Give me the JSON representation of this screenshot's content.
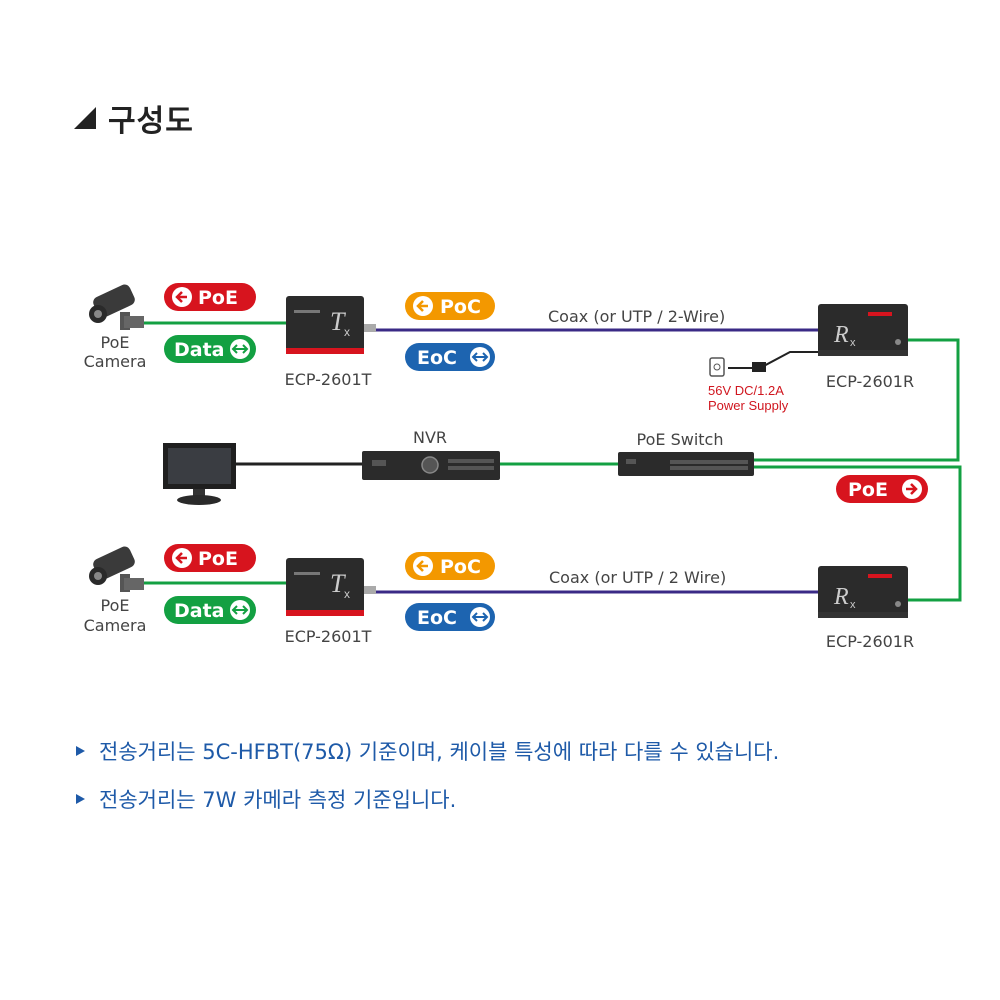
{
  "title": "구성도",
  "pills": {
    "poe": "PoE",
    "poc": "PoC",
    "data": "Data",
    "eoc": "EoC"
  },
  "devices": {
    "camera_line1": "PoE",
    "camera_line2": "Camera",
    "tx_model": "ECP-2601T",
    "rx_model": "ECP-2601R",
    "nvr": "NVR",
    "switch": "PoE Switch"
  },
  "cables": {
    "top": "Coax (or UTP / 2-Wire)",
    "bottom": "Coax (or UTP / 2 Wire)"
  },
  "power_supply": {
    "line1": "56V DC/1.2A",
    "line2": "Power Supply"
  },
  "notes": [
    "전송거리는 5C-HFBT(75Ω) 기준이며, 케이블 특성에 따라 다를 수 있습니다.",
    "전송거리는 7W 카메라 측정 기준입니다."
  ],
  "colors": {
    "red": "#d7141e",
    "orange": "#f39800",
    "blue": "#1d64b0",
    "green": "#13a042",
    "purple": "#3a2a86",
    "device": "#2b2b2b"
  }
}
